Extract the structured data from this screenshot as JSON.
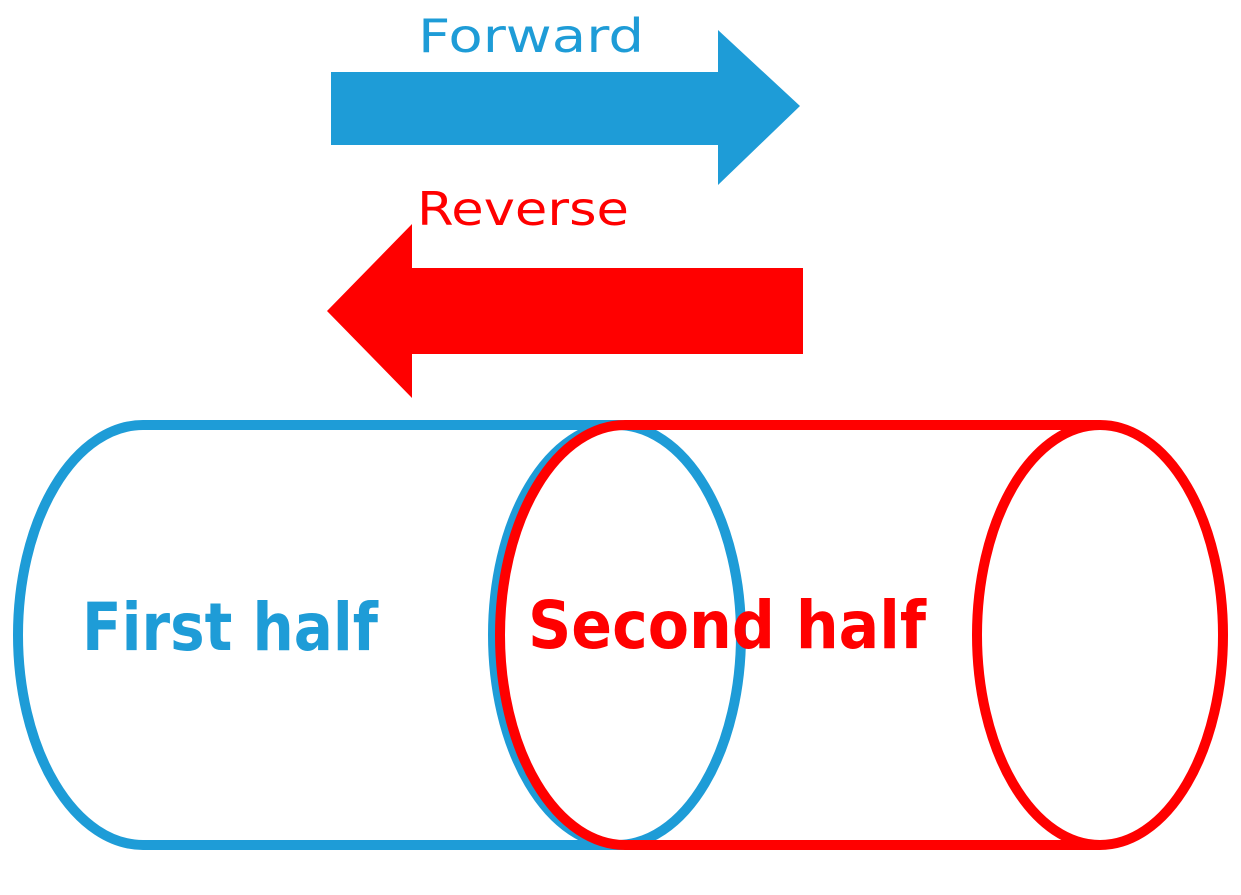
{
  "colors": {
    "forward": "#1e9cd7",
    "reverse": "#ff0000",
    "first_half": "#1e9cd7",
    "second_half": "#ff0000"
  },
  "arrows": {
    "forward_label": "Forward",
    "reverse_label": "Reverse"
  },
  "cylinders": {
    "first_label": "First half",
    "second_label": "Second half"
  }
}
